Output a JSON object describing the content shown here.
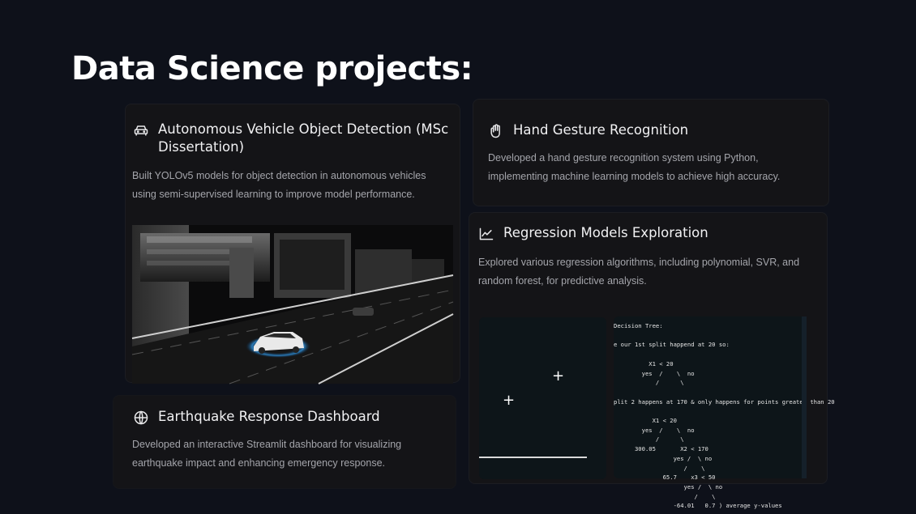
{
  "heading": "Data Science projects:",
  "projects": [
    {
      "icon": "car-icon",
      "title": "Autonomous Vehicle Object Detection (MSc Dissertation)",
      "description": "Built YOLOv5 models for object detection in autonomous vehicles using semi-supervised learning to improve model performance."
    },
    {
      "icon": "hand-icon",
      "title": "Hand Gesture Recognition",
      "description": "Developed a hand gesture recognition system using Python, implementing machine learning models to achieve high accuracy."
    },
    {
      "icon": "line-chart-icon",
      "title": "Regression Models Exploration",
      "description": "Explored various regression algorithms, including polynomial, SVR, and random forest, for predictive analysis.",
      "plot_markers": [
        "+",
        "+"
      ],
      "tree_text": "Decision Tree:\n\ne our 1st split happend at 20 so:\n\n          X1 < 20\n        yes  /    \\  no\n            /      \\\n\nplit 2 happens at 170 & only happens for points greater than 20\n\n           X1 < 20\n        yes  /    \\  no\n            /      \\\n      300.05       X2 < 170\n                 yes /  \\ no\n                    /    \\\n              65.7    x3 < 50\n                    yes /  \\ no\n                       /    \\\n                 -64.01   0.7 ) average y-values"
    },
    {
      "icon": "globe-icon",
      "title": "Earthquake Response Dashboard",
      "description": "Developed an interactive Streamlit dashboard for visualizing earthquake impact and enhancing emergency response."
    }
  ]
}
